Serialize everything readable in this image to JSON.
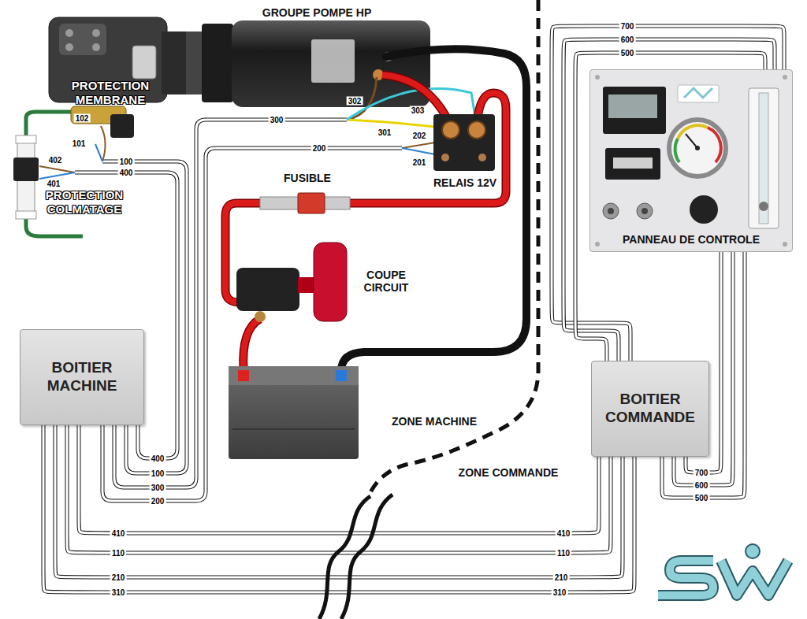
{
  "diagram": {
    "nodes": [
      {
        "text": [
          "PANNEAU DE CONTROLE"
        ]
      },
      {
        "text": [
          "BOITIER MACHINE"
        ]
      },
      {
        "text": [
          "BOITIER COMMANDE"
        ]
      }
    ],
    "edges": [
      {
        "from": 1,
        "to": 2,
        "arrow": "none",
        "label": "410"
      },
      {
        "from": 1,
        "to": 2,
        "arrow": "none",
        "label": "110"
      },
      {
        "from": 1,
        "to": 2,
        "arrow": "none",
        "label": "210"
      },
      {
        "from": 1,
        "to": 2,
        "arrow": "none",
        "label": "310"
      },
      {
        "from": 0,
        "to": 2,
        "arrow": "none",
        "label": "700"
      },
      {
        "from": 0,
        "to": 2,
        "arrow": "none",
        "label": "600"
      },
      {
        "from": 0,
        "to": 2,
        "arrow": "none",
        "label": "500"
      },
      {
        "from": 2,
        "to": 0,
        "arrow": "none",
        "label": "700"
      },
      {
        "from": 2,
        "to": 0,
        "arrow": "none",
        "label": "600"
      },
      {
        "from": 2,
        "to": 0,
        "arrow": "none",
        "label": "500"
      }
    ],
    "labels": [
      "GROUPE POMPE HP",
      "PROTECTION MEMBRANE",
      "302",
      "102",
      "301",
      "303",
      "300",
      "101",
      "202",
      "201",
      "200",
      "402",
      "100",
      "401",
      "400",
      "PROTECTION COLMATAGE",
      "FUSIBLE",
      "RELAIS 12V",
      "COUPE CIRCUIT",
      "ZONE MACHINE",
      "400",
      "100",
      "300",
      "200",
      "ZONE COMMANDE",
      "410",
      "110",
      "210",
      "310"
    ]
  }
}
